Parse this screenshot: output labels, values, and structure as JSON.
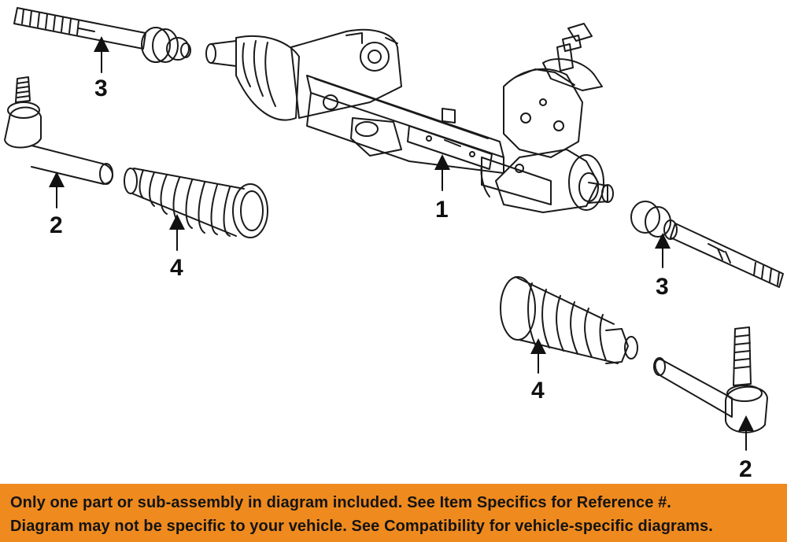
{
  "callouts": {
    "rack": "1",
    "tie_rod_end_left": "2",
    "tie_rod_end_right": "2",
    "inner_tie_rod_left": "3",
    "inner_tie_rod_right": "3",
    "boot_left": "4",
    "boot_right": "4"
  },
  "notice": {
    "line1": "Only one part or sub-assembly in diagram included. See Item Specifics for Reference #.",
    "line2": "Diagram may not be specific to your vehicle. See Compatibility for vehicle-specific diagrams."
  },
  "colors": {
    "banner_bg": "#ef8a1e",
    "line": "#1a1a1a"
  }
}
